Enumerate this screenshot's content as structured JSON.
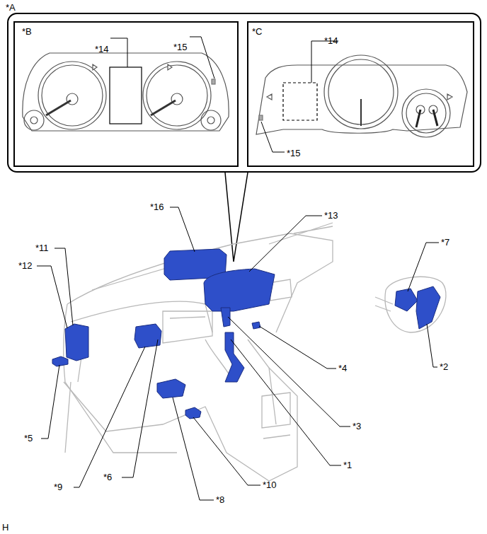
{
  "diagram": {
    "nodes": [
      {
        "text": [
          "*A"
        ]
      },
      {
        "text": [
          "*B",
          "*14",
          "*15"
        ],
        "in": 0
      },
      {
        "text": [
          "*C",
          "*14",
          "*15"
        ],
        "in": 0
      }
    ],
    "edges": [],
    "labels": [
      "*16",
      "*13",
      "*11",
      "*12",
      "*7",
      "*2",
      "*4",
      "*3",
      "*1",
      "*10",
      "*8",
      "*6",
      "*9",
      "*5",
      "H"
    ]
  }
}
